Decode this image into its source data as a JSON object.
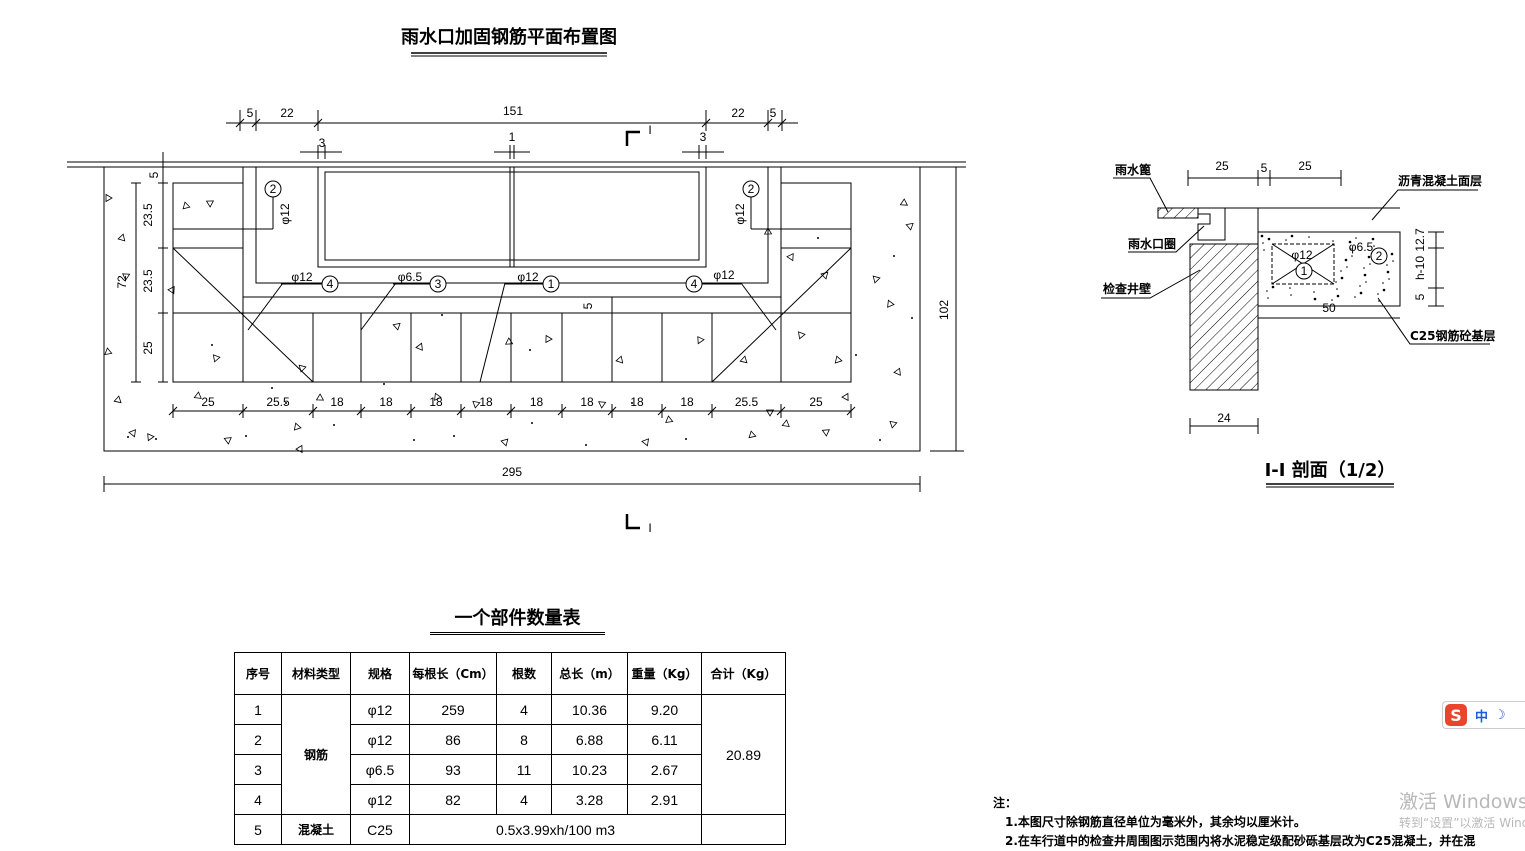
{
  "plan": {
    "title": "雨水口加固钢筋平面布置图",
    "dims_top": [
      "5",
      "22",
      "151",
      "22",
      "5"
    ],
    "dims_small": [
      "3",
      "1",
      "3"
    ],
    "dims_left": [
      "5",
      "23.5",
      "23.5",
      "25",
      "72"
    ],
    "dims_bottom": [
      "25",
      "25.5",
      "18",
      "18",
      "18",
      "18",
      "18",
      "18",
      "18",
      "18",
      "25.5",
      "25"
    ],
    "dim_total": "295",
    "dim_right": "102",
    "dim_inner": "5",
    "section_mark": "I",
    "callouts": [
      {
        "num": "2",
        "spec": "φ12"
      },
      {
        "num": "2",
        "spec": "φ12"
      },
      {
        "num": "4",
        "spec": "φ12"
      },
      {
        "num": "3",
        "spec": "φ6.5"
      },
      {
        "num": "1",
        "spec": "φ12"
      },
      {
        "num": "4",
        "spec": "φ12"
      }
    ]
  },
  "section": {
    "title": "I-I 剖面（1/2）",
    "labels": {
      "grate": "雨水篦",
      "ring": "雨水口圈",
      "wall": "检查井壁",
      "asphalt": "沥青混凝土面层",
      "base": "C25钢筋砼基层"
    },
    "dims": [
      "25",
      "5",
      "25",
      "12.7",
      "h-10",
      "5",
      "50",
      "24"
    ],
    "callouts": [
      {
        "num": "1",
        "spec": "φ12"
      },
      {
        "num": "2",
        "spec": "φ6.5"
      }
    ]
  },
  "table": {
    "title": "一个部件数量表",
    "headers": [
      "序号",
      "材料类型",
      "规格",
      "每根长（Cm）",
      "根数",
      "总长（m）",
      "重量（Kg）",
      "合计（Kg）"
    ],
    "rebar_label": "钢筋",
    "rebar_total": "20.89",
    "rows": [
      {
        "no": "1",
        "spec": "φ12",
        "len": "259",
        "count": "4",
        "total": "10.36",
        "weight": "9.20"
      },
      {
        "no": "2",
        "spec": "φ12",
        "len": "86",
        "count": "8",
        "total": "6.88",
        "weight": "6.11"
      },
      {
        "no": "3",
        "spec": "φ6.5",
        "len": "93",
        "count": "11",
        "total": "10.23",
        "weight": "2.67"
      },
      {
        "no": "4",
        "spec": "φ12",
        "len": "82",
        "count": "4",
        "total": "3.28",
        "weight": "2.91"
      }
    ],
    "concrete": {
      "no": "5",
      "material": "混凝土",
      "spec": "C25",
      "formula": "0.5x3.99xh/100 m3"
    }
  },
  "notes": {
    "heading": "注：",
    "items": [
      "1.本图尺寸除钢筋直径单位为毫米外，其余均以厘米计。",
      "2.在车行道中的检查井周围图示范围内将水泥稳定级配砂砾基层改为C25混凝土，并在混"
    ]
  },
  "overlay": {
    "watermark_line1": "激活 Windows",
    "watermark_line2": "转到“设置”以激活 Windows",
    "ime_label": "中",
    "ime_icon": "moon-icon"
  }
}
